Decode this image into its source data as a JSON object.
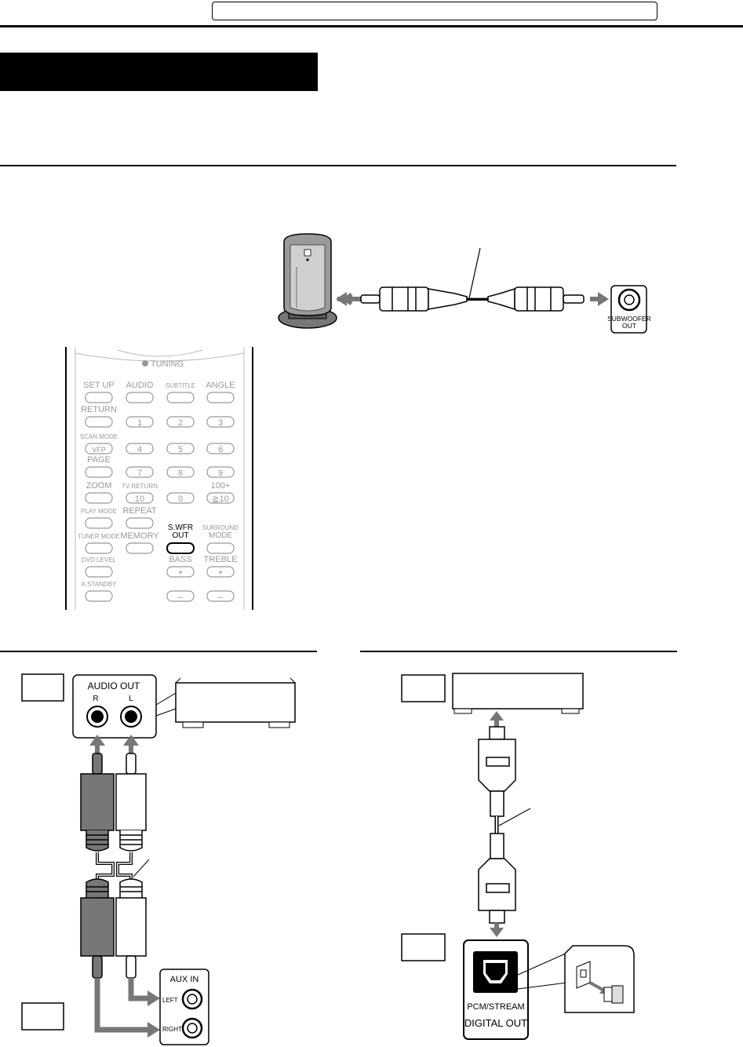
{
  "remote": {
    "tuning": "TUNING",
    "rows": [
      [
        "SET UP",
        "AUDIO",
        "SUBTITLE",
        "ANGLE"
      ],
      [
        "RETURN",
        "",
        "",
        ""
      ],
      [
        "SCAN MODE",
        "",
        "",
        ""
      ],
      [
        "PAGE",
        "",
        "",
        ""
      ],
      [
        "ZOOM",
        "TV RETURN",
        "",
        "100+"
      ],
      [
        "PLAY MODE",
        "REPEAT",
        "",
        ""
      ],
      [
        "TUNER MODE",
        "MEMORY",
        "",
        ""
      ],
      [
        "DVD LEVEL",
        "",
        "BASS",
        "TREBLE"
      ],
      [
        "A.STANDBY",
        "",
        "",
        ""
      ]
    ],
    "digits": [
      "1",
      "2",
      "3",
      "4",
      "5",
      "6",
      "7",
      "8",
      "9",
      "10",
      "0",
      "≧10"
    ],
    "vfp": "VFP",
    "swfr": [
      "S.WFR",
      "OUT"
    ],
    "surround": [
      "SURROUND",
      "MODE"
    ],
    "plus": "+",
    "minus": "–"
  },
  "subwoofer_jack": [
    "SUBWOOFER",
    "OUT"
  ],
  "audio_out": {
    "title": "AUDIO OUT",
    "r": "R",
    "l": "L"
  },
  "aux_in": {
    "title": "AUX IN",
    "left": "LEFT",
    "right": "RIGHT"
  },
  "digital_out": {
    "line1": "PCM/STREAM",
    "line2": "DIGITAL OUT"
  }
}
